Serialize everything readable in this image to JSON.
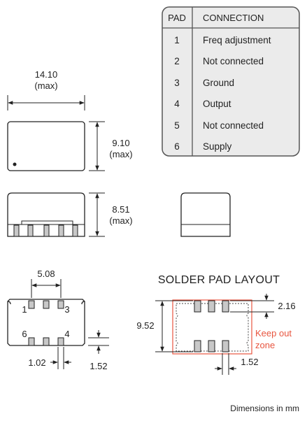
{
  "pad_table": {
    "header": {
      "pad": "PAD",
      "connection": "CONNECTION"
    },
    "rows": [
      {
        "pad": "1",
        "connection": "Freq adjustment"
      },
      {
        "pad": "2",
        "connection": "Not connected"
      },
      {
        "pad": "3",
        "connection": "Ground"
      },
      {
        "pad": "4",
        "connection": "Output"
      },
      {
        "pad": "5",
        "connection": "Not connected"
      },
      {
        "pad": "6",
        "connection": "Supply"
      }
    ]
  },
  "top_view": {
    "width_value": "14.10",
    "width_note": "(max)",
    "height_value": "9.10",
    "height_note": "(max)"
  },
  "side_view": {
    "height_value": "8.51",
    "height_note": "(max)"
  },
  "bottom_view": {
    "pitch": "5.08",
    "pad_width": "1.02",
    "pad_height": "1.52",
    "pin_labels": {
      "p1": "1",
      "p3": "3",
      "p6": "6",
      "p4": "4"
    }
  },
  "solder_layout": {
    "title": "SOLDER PAD LAYOUT",
    "height": "9.52",
    "pad_length": "2.16",
    "pad_spacing": "1.52",
    "keepout_line1": "Keep out",
    "keepout_line2": "zone",
    "keepout_color": "#e8553f"
  },
  "footer": "Dimensions in mm"
}
